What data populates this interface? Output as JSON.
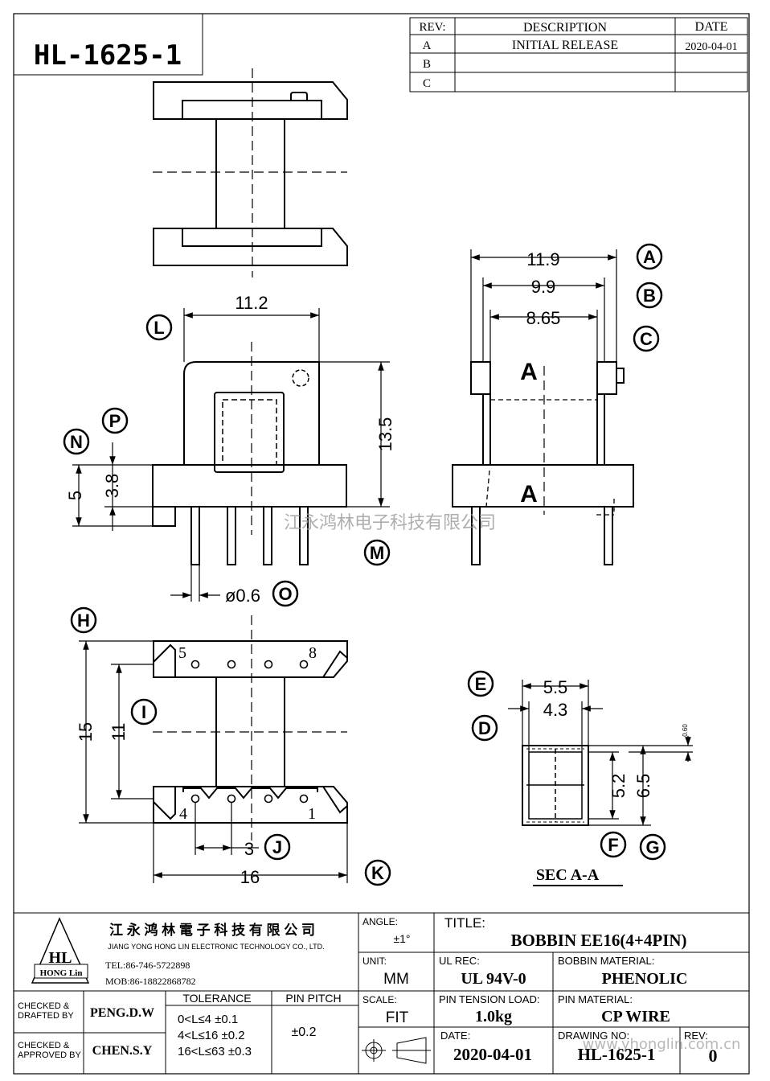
{
  "drawing_number": "HL-1625-1",
  "revision_table": {
    "headers": {
      "rev": "REV:",
      "description": "DESCRIPTION",
      "date": "DATE"
    },
    "rows": [
      {
        "rev": "A",
        "description": "INITIAL  RELEASE",
        "date": "2020-04-01"
      },
      {
        "rev": "B",
        "description": "",
        "date": ""
      },
      {
        "rev": "C",
        "description": "",
        "date": ""
      }
    ]
  },
  "dimensions": {
    "d_11_9": "11.9",
    "d_9_9": "9.9",
    "d_8_65": "8.65",
    "d_11_2": "11.2",
    "d_13_5": "13.5",
    "d_5": "5",
    "d_3_8": "3.8",
    "d_pin_dia": "ø0.6",
    "d_15": "15",
    "d_11": "11",
    "d_3": "3",
    "d_16": "16",
    "d_5_5": "5.5",
    "d_4_3": "4.3",
    "d_5_2": "5.2",
    "d_6_5": "6.5",
    "d_0_60": "0.60"
  },
  "pin_numbers": {
    "p5": "5",
    "p8": "8",
    "p4": "4",
    "p1": "1"
  },
  "section_markers": {
    "top": "A",
    "bottom": "A"
  },
  "callouts": {
    "A": "A",
    "B": "B",
    "C": "C",
    "D": "D",
    "E": "E",
    "F": "F",
    "G": "G",
    "H": "H",
    "I": "I",
    "J": "J",
    "K": "K",
    "L": "L",
    "M": "M",
    "N": "N",
    "O": "O",
    "P": "P"
  },
  "section_label": "SEC  A-A",
  "watermark": "江永鸿林电子科技有限公司",
  "title_block": {
    "company_cn": "江 永 鸿 林 電 子 科 技 有 限 公 司",
    "company_en": "JIANG YONG HONG LIN ELECTRONIC TECHNOLOGY CO., LTD.",
    "logo_text": "HL",
    "logo_sub": "HONG Lin",
    "tel": "TEL:86-746-5722898",
    "mob": "MOB:86-18822868782",
    "angle_label": "ANGLE:",
    "angle_value": "±1°",
    "title_label": "TITLE:",
    "title_value": "BOBBIN   EE16(4+4PIN)",
    "unit_label": "UNIT:",
    "unit_value": "MM",
    "ul_label": "UL REC:",
    "ul_value": "UL 94V-0",
    "bobbin_mat_label": "BOBBIN MATERIAL:",
    "bobbin_mat_value": "PHENOLIC",
    "checked_drafted_label_1": "CHECKED &",
    "checked_drafted_label_2": "DRAFTED BY",
    "checked_drafted_value": "PENG.D.W",
    "checked_approved_label_1": "CHECKED &",
    "checked_approved_label_2": "APPROVED BY",
    "checked_approved_value": "CHEN.S.Y",
    "tolerance_label": "TOLERANCE",
    "tolerance_rows": [
      "0<L≤4   ±0.1",
      "4<L≤16  ±0.2",
      "16<L≤63 ±0.3"
    ],
    "pin_pitch_label": "PIN PITCH",
    "pin_pitch_value": "±0.2",
    "scale_label": "SCALE:",
    "scale_value": "FIT",
    "pin_tension_label": "PIN TENSION LOAD:",
    "pin_tension_value": "1.0kg",
    "pin_mat_label": "PIN MATERIAL:",
    "pin_mat_value": "CP WIRE",
    "date_label": "DATE:",
    "date_value": "2020-04-01",
    "drawing_no_label": "DRAWING NO:",
    "drawing_no_value": "HL-1625-1",
    "rev_label": "REV:",
    "rev_value": "0",
    "watermark_url": "www.yhonglin.com.cn"
  }
}
